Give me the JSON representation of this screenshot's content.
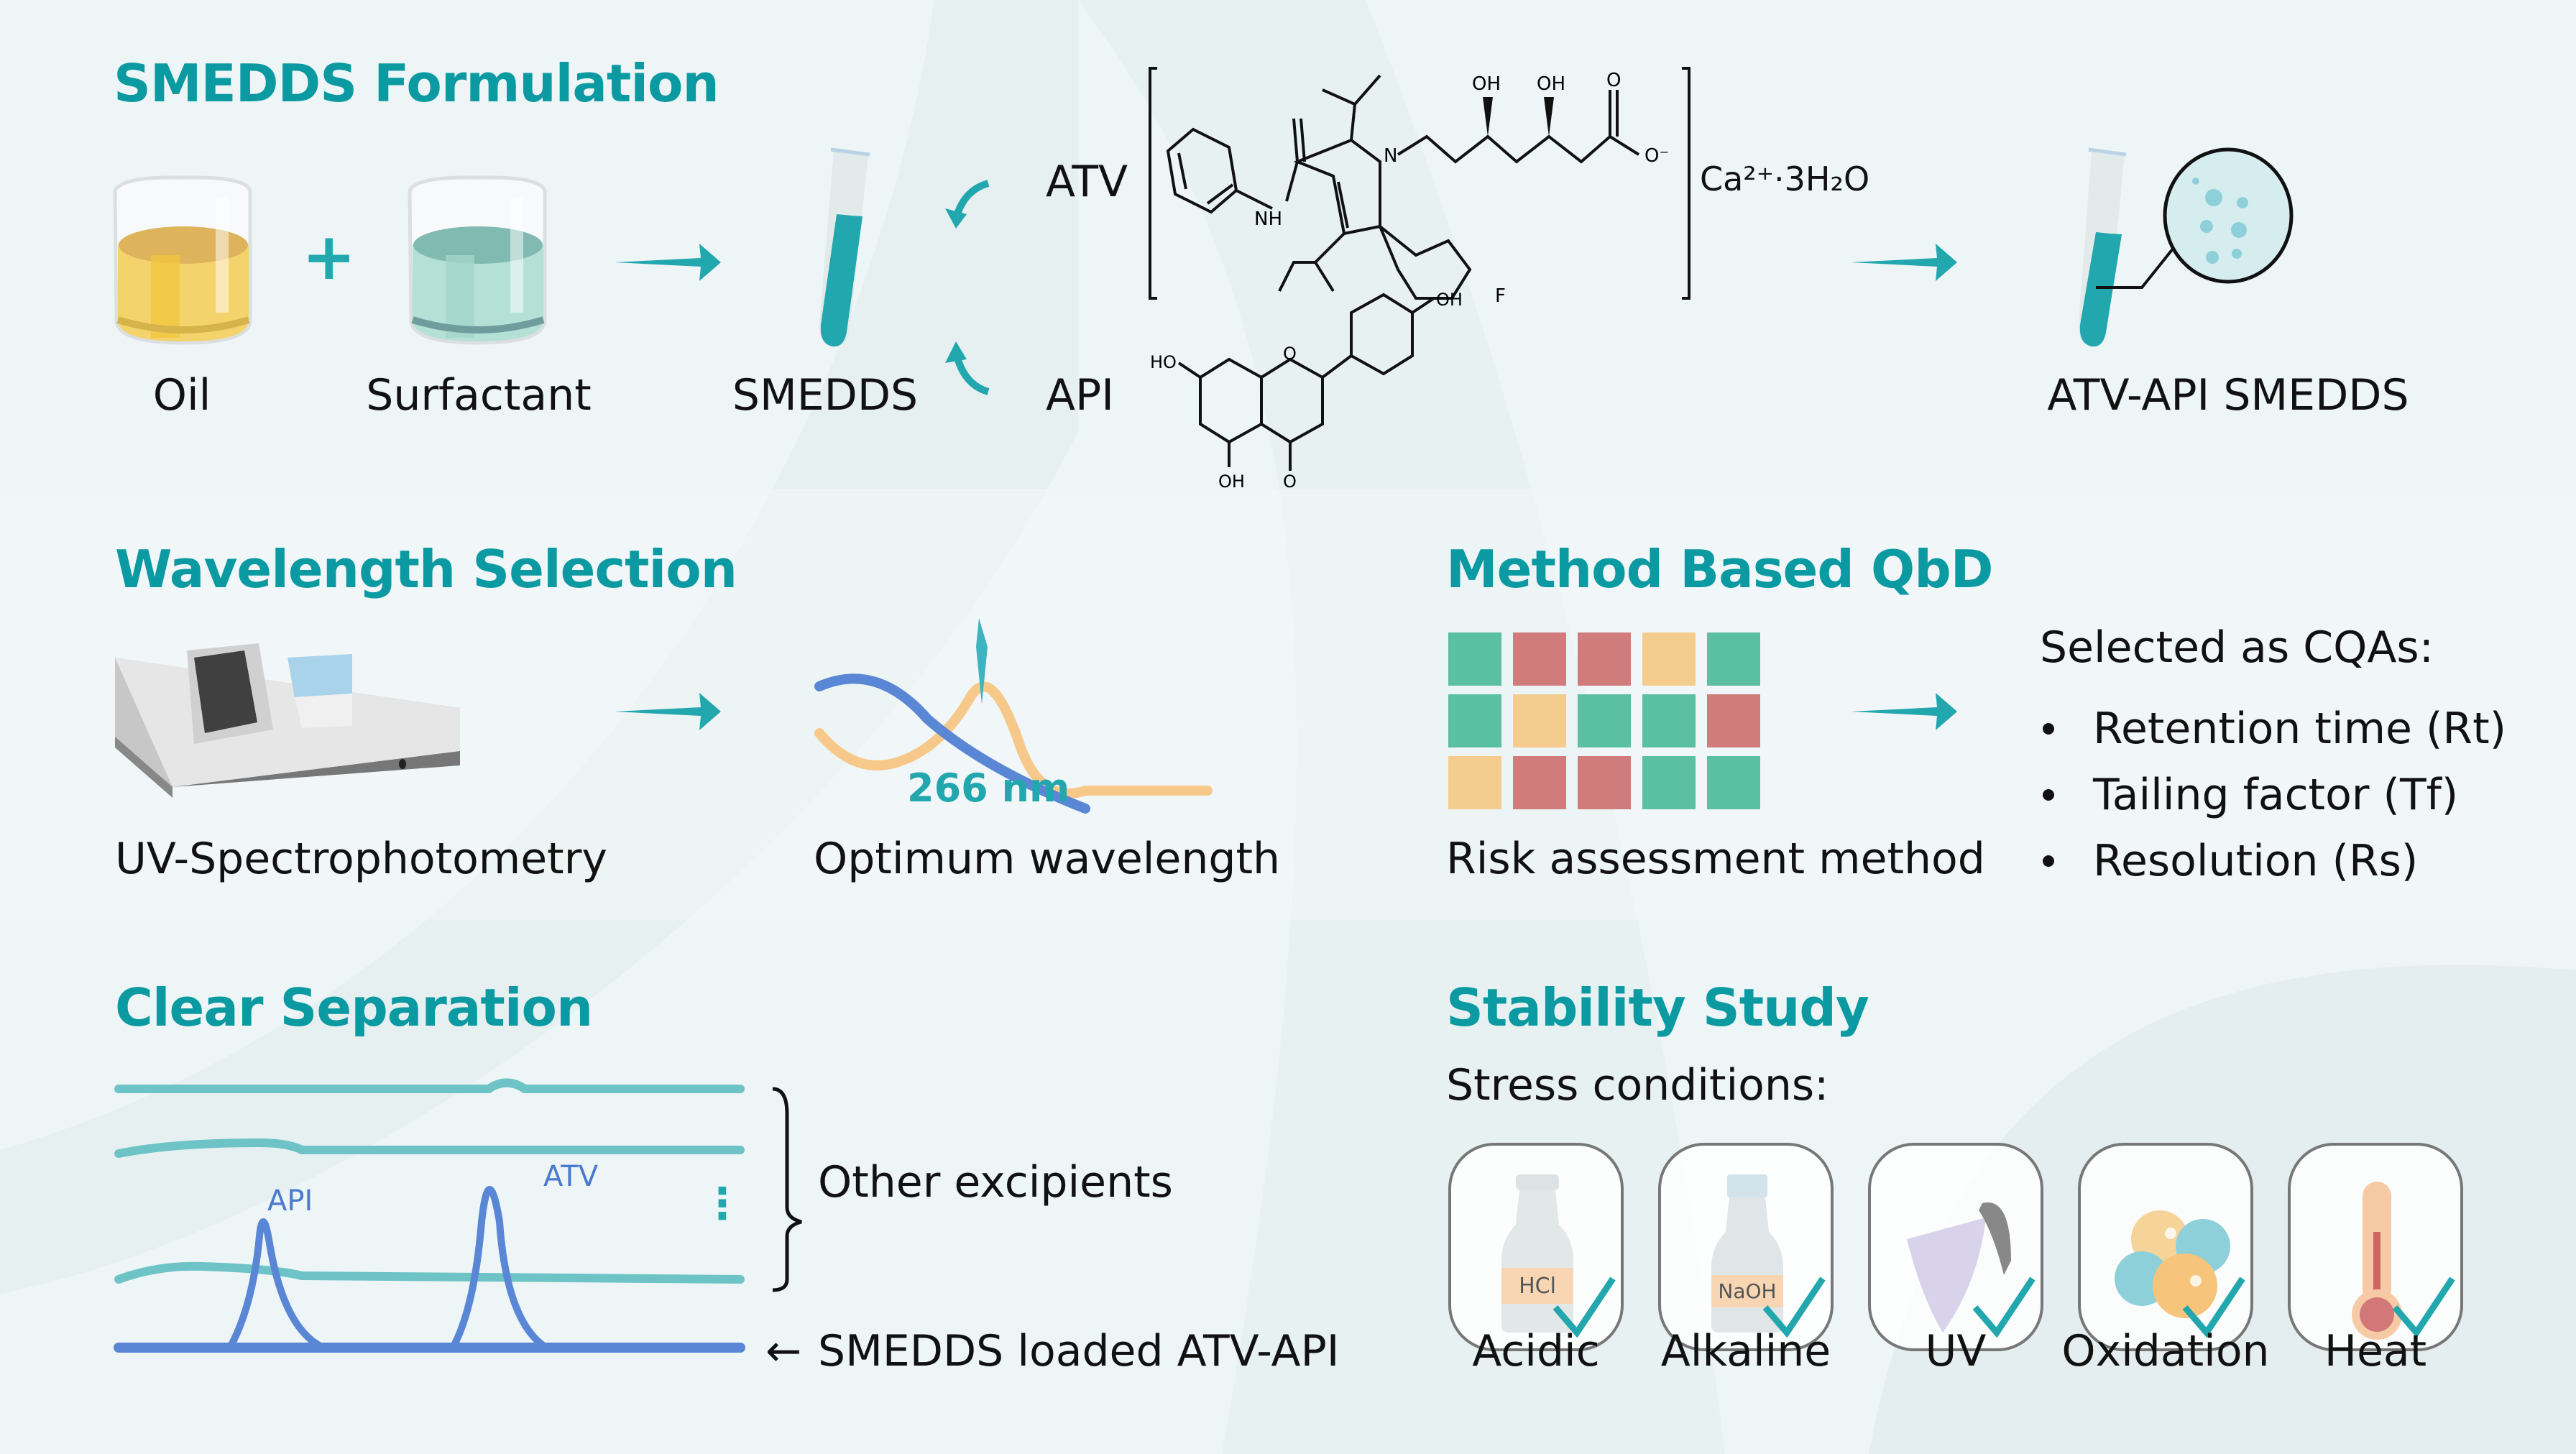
{
  "colors": {
    "title": "#0b9aa2",
    "accent": "#22a7ae",
    "background": "#edf5f6",
    "peak_blue": "#5a86d6",
    "baseline_teal": "#6dc3c6",
    "risk_green": "#5bbfa1",
    "risk_red": "#d07c7c",
    "risk_yellow": "#f4cc8e"
  },
  "formulation": {
    "title": "SMEDDS Formulation",
    "oil_label": "Oil",
    "plus_symbol": "+",
    "surfactant_label": "Surfactant",
    "smedds_label": "SMEDDS",
    "atv_label": "ATV",
    "api_label": "API",
    "atv_counterion": "Ca²⁺·3H₂O",
    "atv_atoms": {
      "nh": "NH",
      "n": "N",
      "oh1": "OH",
      "oh2": "OH",
      "o": "O",
      "o_minus": "O⁻",
      "f": "F"
    },
    "api_atoms": {
      "ho": "HO",
      "o_ring": "O",
      "oh_top": "OH",
      "oh_bottom": "OH",
      "o_keto": "O"
    },
    "result_label": "ATV-API SMEDDS"
  },
  "wavelength": {
    "title": "Wavelength Selection",
    "instrument_label": "UV-Spectrophotometry",
    "wavelength_value": "266 nm",
    "result_label": "Optimum wavelength"
  },
  "qbd": {
    "title": "Method Based QbD",
    "risk_grid": [
      [
        "green",
        "red",
        "red",
        "yellow",
        "green"
      ],
      [
        "green",
        "yellow",
        "green",
        "green",
        "red"
      ],
      [
        "yellow",
        "red",
        "red",
        "green",
        "green"
      ]
    ],
    "grid_label": "Risk assessment method",
    "cqa_heading": "Selected as CQAs:",
    "cqas": [
      "Retention time (Rt)",
      "Tailing factor (Tf)",
      "Resolution (Rs)"
    ]
  },
  "separation": {
    "title": "Clear Separation",
    "peak_labels": [
      "API",
      "ATV"
    ],
    "ellipsis": "⋮",
    "brace_label": "Other excipients",
    "arrow_glyph": "←",
    "bottom_label": "SMEDDS loaded ATV-API"
  },
  "stability": {
    "title": "Stability Study",
    "subtitle": "Stress conditions:",
    "conditions": [
      {
        "label": "Acidic",
        "icon": "acid-bottle-icon",
        "bottle_text": "HCl",
        "passed": true
      },
      {
        "label": "Alkaline",
        "icon": "alkaline-bottle-icon",
        "bottle_text": "NaOH",
        "passed": true
      },
      {
        "label": "UV",
        "icon": "uv-lamp-icon",
        "passed": true
      },
      {
        "label": "Oxidation",
        "icon": "oxygen-molecules-icon",
        "passed": true
      },
      {
        "label": "Heat",
        "icon": "thermometer-icon",
        "passed": true
      }
    ]
  }
}
